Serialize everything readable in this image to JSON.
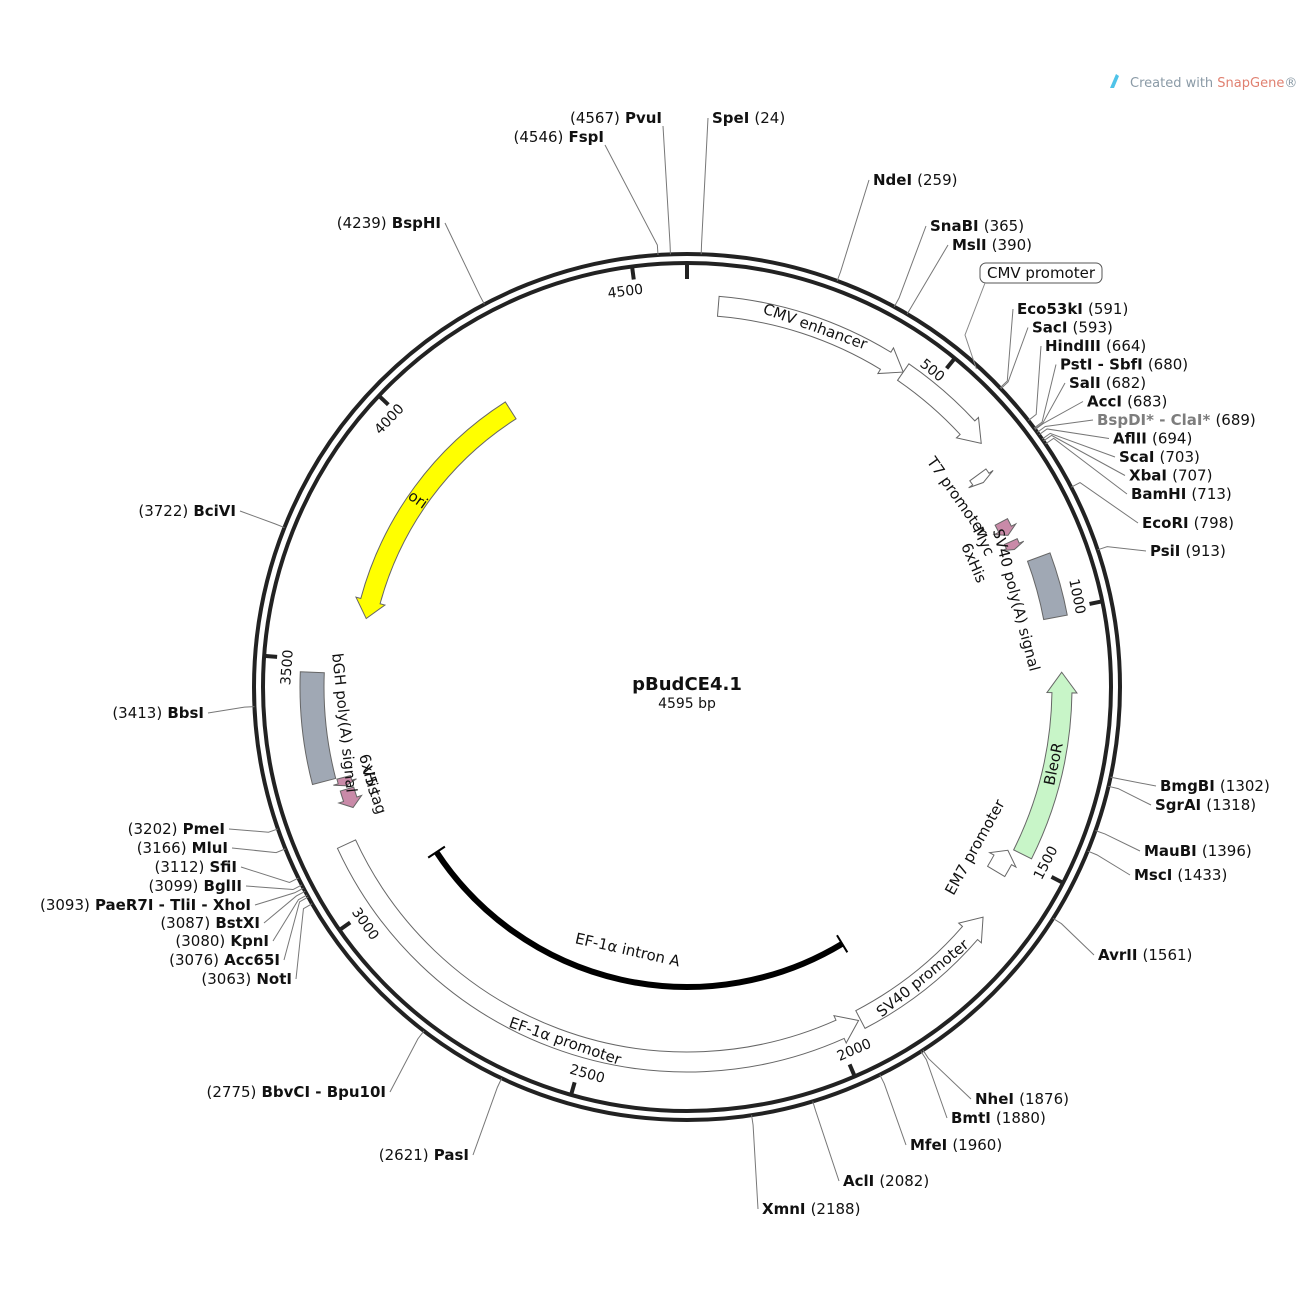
{
  "watermark": {
    "prefix": "Created with ",
    "brand": "SnapGene",
    "suffix": "®"
  },
  "plasmid": {
    "name": "pBudCE4.1",
    "size_label": "4595 bp",
    "length_bp": 4595
  },
  "ticks": [
    {
      "bp": 500,
      "label": "500"
    },
    {
      "bp": 1000,
      "label": "1000"
    },
    {
      "bp": 1500,
      "label": "1500"
    },
    {
      "bp": 2000,
      "label": "2000"
    },
    {
      "bp": 2500,
      "label": "2500"
    },
    {
      "bp": 3000,
      "label": "3000"
    },
    {
      "bp": 3500,
      "label": "3500"
    },
    {
      "bp": 4000,
      "label": "4000"
    },
    {
      "bp": 4500,
      "label": "4500"
    }
  ],
  "features": [
    {
      "name": "CMV enhancer",
      "start": 60,
      "end": 440,
      "strand": 1,
      "color": "#ffffff",
      "type": "arrow"
    },
    {
      "name": "CMV promoter",
      "start": 440,
      "end": 643,
      "strand": 1,
      "color": "#ffffff",
      "type": "arrow"
    },
    {
      "name": "T7 promoter",
      "start": 688,
      "end": 707,
      "strand": 1,
      "color": "#ffffff",
      "type": "arrow"
    },
    {
      "name": "Myc",
      "start": 795,
      "end": 826,
      "strand": 1,
      "color": "#c98aa8",
      "type": "arrow"
    },
    {
      "name": "6xHis",
      "start": 840,
      "end": 858,
      "strand": 1,
      "color": "#c98aa8",
      "type": "arrow"
    },
    {
      "name": "SV40 poly(A) signal",
      "start": 890,
      "end": 1012,
      "strand": 0,
      "color": "#a0a8b4",
      "type": "box"
    },
    {
      "name": "BleoR",
      "start": 1120,
      "end": 1487,
      "strand": -1,
      "color": "#c8f5c8",
      "type": "arrow"
    },
    {
      "name": "EM7 promoter",
      "start": 1493,
      "end": 1542,
      "strand": -1,
      "color": "#ffffff",
      "type": "arrow"
    },
    {
      "name": "SV40 promoter",
      "start": 1632,
      "end": 1946,
      "strand": -1,
      "color": "#ffffff",
      "type": "arrow"
    },
    {
      "name": "EF-1α promoter",
      "start": 1950,
      "end": 3130,
      "strand": -1,
      "color": "#ffffff",
      "type": "arrow"
    },
    {
      "name": "V5 tag",
      "start": 3193,
      "end": 3233,
      "strand": -1,
      "color": "#c98aa8",
      "type": "arrow"
    },
    {
      "name": "6xHis",
      "start": 3240,
      "end": 3258,
      "strand": -1,
      "color": "#c98aa8",
      "type": "arrow"
    },
    {
      "name": "bGH poly(A) signal",
      "start": 3260,
      "end": 3475,
      "strand": 0,
      "color": "#a0a8b4",
      "type": "box"
    },
    {
      "name": "ori",
      "start": 3600,
      "end": 4180,
      "strand": -1,
      "color": "#ffff00",
      "type": "arrow"
    },
    {
      "name": "EF-1α intron A",
      "start": 1900,
      "end": 3020,
      "strand": 0,
      "color": "#000000",
      "type": "intron"
    }
  ],
  "sites": [
    {
      "name": "SpeI",
      "pos": "(24)",
      "bp": 24
    },
    {
      "name": "NdeI",
      "pos": "(259)",
      "bp": 259
    },
    {
      "name": "SnaBI",
      "pos": "(365)",
      "bp": 365
    },
    {
      "name": "MslI",
      "pos": "(390)",
      "bp": 390
    },
    {
      "name": "Eco53kI",
      "pos": "(591)",
      "bp": 591
    },
    {
      "name": "SacI",
      "pos": "(593)",
      "bp": 593
    },
    {
      "name": "HindIII",
      "pos": "(664)",
      "bp": 664
    },
    {
      "name": "PstI - SbfI",
      "pos": "(680)",
      "bp": 680
    },
    {
      "name": "SalI",
      "pos": "(682)",
      "bp": 682
    },
    {
      "name": "AccI",
      "pos": "(683)",
      "bp": 683
    },
    {
      "name": "BspDI* - ClaI*",
      "pos": "(689)",
      "bp": 689,
      "grey": true
    },
    {
      "name": "AflII",
      "pos": "(694)",
      "bp": 694
    },
    {
      "name": "ScaI",
      "pos": "(703)",
      "bp": 703
    },
    {
      "name": "XbaI",
      "pos": "(707)",
      "bp": 707
    },
    {
      "name": "BamHI",
      "pos": "(713)",
      "bp": 713
    },
    {
      "name": "EcoRI",
      "pos": "(798)",
      "bp": 798
    },
    {
      "name": "PsiI",
      "pos": "(913)",
      "bp": 913
    },
    {
      "name": "BmgBI",
      "pos": "(1302)",
      "bp": 1302
    },
    {
      "name": "SgrAI",
      "pos": "(1318)",
      "bp": 1318
    },
    {
      "name": "MauBI",
      "pos": "(1396)",
      "bp": 1396
    },
    {
      "name": "MscI",
      "pos": "(1433)",
      "bp": 1433
    },
    {
      "name": "AvrII",
      "pos": "(1561)",
      "bp": 1561
    },
    {
      "name": "NheI",
      "pos": "(1876)",
      "bp": 1876
    },
    {
      "name": "BmtI",
      "pos": "(1880)",
      "bp": 1880
    },
    {
      "name": "MfeI",
      "pos": "(1960)",
      "bp": 1960
    },
    {
      "name": "AclI",
      "pos": "(2082)",
      "bp": 2082
    },
    {
      "name": "XmnI",
      "pos": "(2188)",
      "bp": 2188
    },
    {
      "name": "PasI",
      "pos": "(2621)",
      "bp": 2621
    },
    {
      "name": "BbvCI - Bpu10I",
      "pos": "(2775)",
      "bp": 2775
    },
    {
      "name": "NotI",
      "pos": "(3063)",
      "bp": 3063
    },
    {
      "name": "Acc65I",
      "pos": "(3076)",
      "bp": 3076
    },
    {
      "name": "KpnI",
      "pos": "(3080)",
      "bp": 3080
    },
    {
      "name": "BstXI",
      "pos": "(3087)",
      "bp": 3087
    },
    {
      "name": "PaeR7I - TliI - XhoI",
      "pos": "(3093)",
      "bp": 3093
    },
    {
      "name": "BglII",
      "pos": "(3099)",
      "bp": 3099
    },
    {
      "name": "SfiI",
      "pos": "(3112)",
      "bp": 3112
    },
    {
      "name": "MluI",
      "pos": "(3166)",
      "bp": 3166
    },
    {
      "name": "PmeI",
      "pos": "(3202)",
      "bp": 3202
    },
    {
      "name": "BbsI",
      "pos": "(3413)",
      "bp": 3413
    },
    {
      "name": "BciVI",
      "pos": "(3722)",
      "bp": 3722
    },
    {
      "name": "BspHI",
      "pos": "(4239)",
      "bp": 4239
    },
    {
      "name": "FspI",
      "pos": "(4546)",
      "bp": 4546
    },
    {
      "name": "PvuI",
      "pos": "(4567)",
      "bp": 4567
    }
  ]
}
